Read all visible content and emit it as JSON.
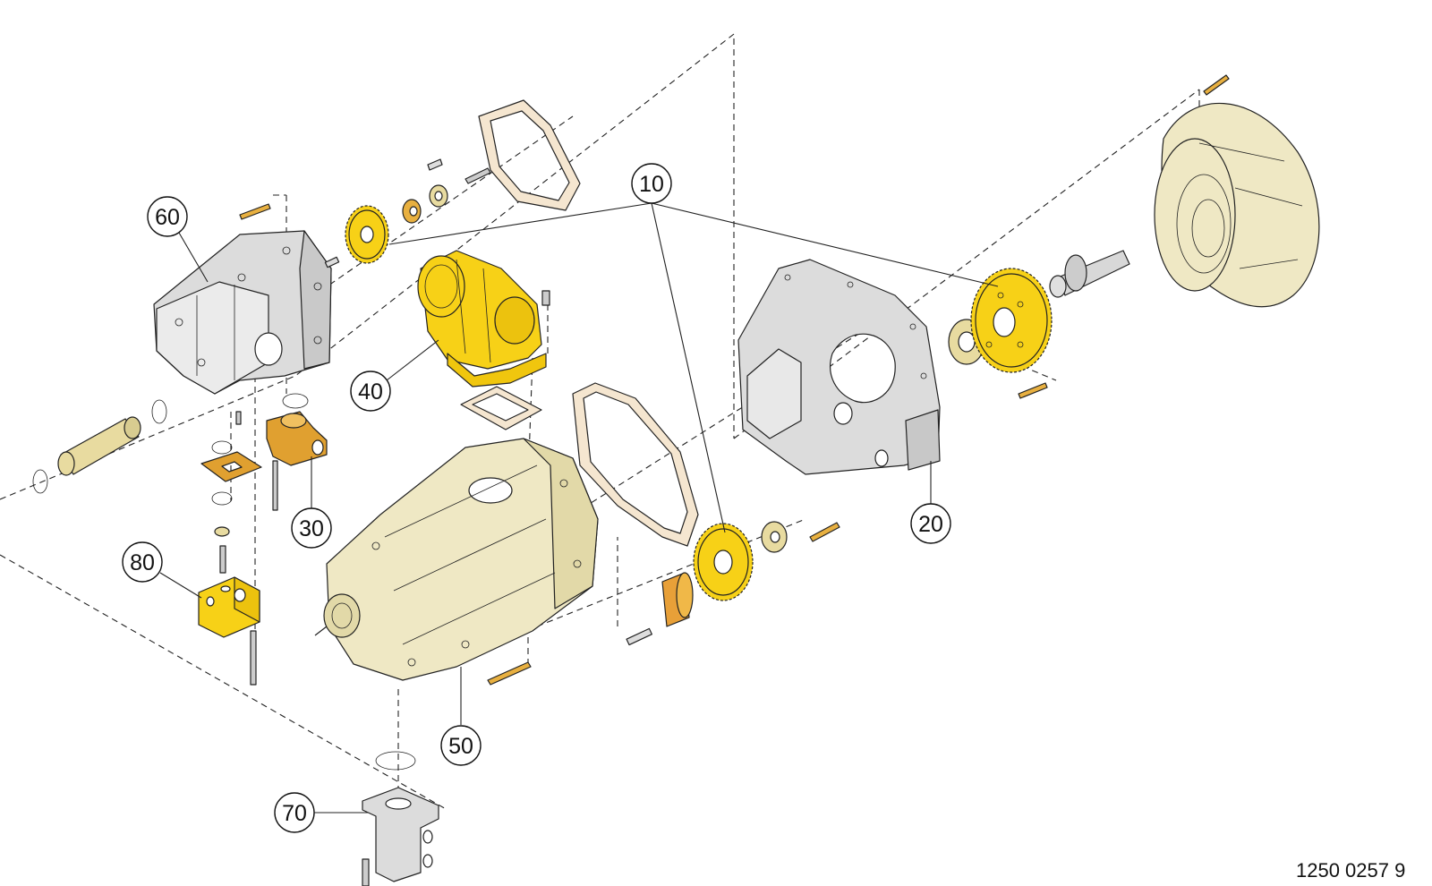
{
  "colors": {
    "housing_cream": "#efe8c4",
    "housing_grey": "#dcdcdc",
    "part_yellow": "#f7d117",
    "part_orange": "#e0a030",
    "gold": "#e8c84a",
    "line": "#222222",
    "background": "#ffffff"
  },
  "icons": [
    "gear",
    "gasket",
    "housing",
    "bolt",
    "o-ring",
    "bearing",
    "shaft"
  ],
  "callouts": [
    {
      "id": "callout-10",
      "label": "10"
    },
    {
      "id": "callout-20",
      "label": "20"
    },
    {
      "id": "callout-30",
      "label": "30"
    },
    {
      "id": "callout-40",
      "label": "40"
    },
    {
      "id": "callout-50",
      "label": "50"
    },
    {
      "id": "callout-60",
      "label": "60"
    },
    {
      "id": "callout-70",
      "label": "70"
    },
    {
      "id": "callout-80",
      "label": "80"
    }
  ],
  "document_number": "1250 0257 9"
}
